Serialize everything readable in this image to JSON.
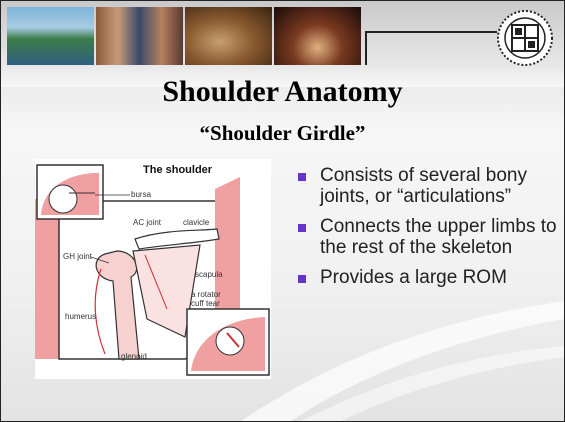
{
  "slide": {
    "title": "Shoulder Anatomy",
    "subtitle": "“Shoulder Girdle”",
    "figure": {
      "heading": "The shoulder",
      "labels": {
        "bursa": "bursa",
        "ac_joint": "AC joint",
        "clavicle": "clavicle",
        "gh_joint": "GH joint",
        "scapula": "scapula",
        "humerus": "humerus",
        "glenoid": "glenoid",
        "rotator_cuff_line1": "a rotator",
        "rotator_cuff_line2": "cuff tear"
      }
    },
    "bullets": [
      "Consists of several bony joints, or “articulations”",
      "Connects the upper limbs to the rest of the skeleton",
      "Provides a large ROM"
    ]
  },
  "colors": {
    "bullet": "#6633cc",
    "anatomy_pink": "#f0a0a0",
    "text": "#222222"
  }
}
